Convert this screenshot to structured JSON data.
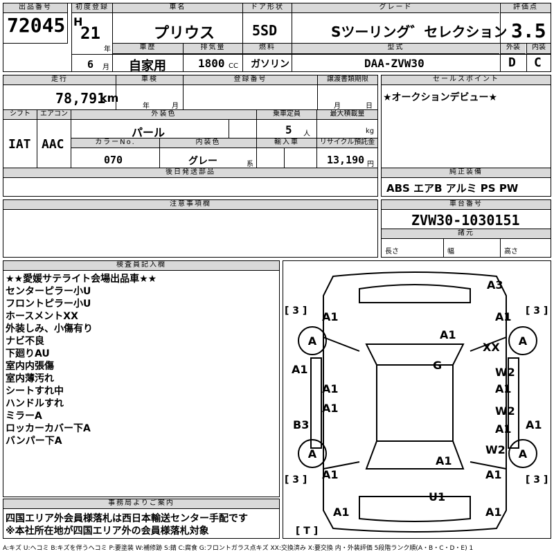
{
  "header": {
    "lot_label": "出品番号",
    "lot": "72045",
    "first_reg_label": "初度登録",
    "era": "H",
    "year": "21",
    "year_unit": "年",
    "month": "6",
    "month_unit": "月",
    "name_label": "車名",
    "name": "プリウス",
    "door_label": "ドア形状",
    "door": "5SD",
    "grade_label": "グレード",
    "grade": "Sツーリング゛セレクション",
    "score_label": "評価点",
    "score": "3.5",
    "history_label": "車歴",
    "history": "自家用",
    "displacement_label": "排気量",
    "displacement": "1800",
    "cc": "CC",
    "fuel_label": "燃料",
    "fuel": "ガソリン",
    "model_label": "型式",
    "model": "DAA-ZVW30",
    "ext_label": "外装",
    "ext": "D",
    "int_label": "内装",
    "int": "C"
  },
  "row2": {
    "mileage_label": "走行",
    "mileage": "78,791",
    "km": "km",
    "inspection_label": "車検",
    "insp_year": "年",
    "insp_month": "月",
    "plate_label": "登録番号",
    "transfer_label": "譲渡書類期限",
    "tr_month": "月",
    "tr_day": "日",
    "sales_label": "セールスポイント",
    "sales": "★オークションデビュー★"
  },
  "row3": {
    "shift_label": "シフト",
    "shift": "IAT",
    "ac_label": "エアコン",
    "ac": "AAC",
    "color_label": "外装色",
    "color": "パール",
    "capacity_label": "乗車定員",
    "capacity": "5",
    "capacity_unit": "人",
    "load_label": "最大積載量",
    "load_unit": "kg",
    "color_no_label": "カラーNo.",
    "color_no": "070",
    "int_color_label": "内装色",
    "int_color": "グレー",
    "int_suffix": "系",
    "import_label": "輸入車",
    "recycle_label": "リサイクル預託金",
    "recycle": "13,190",
    "yen": "円"
  },
  "later_label": "後日発送部品",
  "equipment_label": "純正装備",
  "equipment": "ABS エアB アルミ PS PW",
  "notes_label": "注意事項欄",
  "chassis_label": "車台番号",
  "chassis": "ZVW30-1030151",
  "specs_label": "諸元",
  "len_label": "長さ",
  "wid_label": "幅",
  "hgt_label": "高さ",
  "inspector_label": "検査員記入欄",
  "inspector": [
    "★★愛媛サテライト会場出品車★★",
    "センターピラー小U",
    "フロントピラー小U",
    "ホースメントXX",
    "外装しみ、小傷有り",
    "ナビ不良",
    "下廻りAU",
    "室内内張傷",
    "室内薄汚れ",
    "シートすれ中",
    "ハンドルすれ",
    "ミラーA",
    "ロッカーカバー下A",
    "バンパー下A"
  ],
  "office_label": "事務局よりご案内",
  "office": [
    "四国エリア外会員様落札は西日本輸送センター手配です",
    "※本社所在地が四国エリア外の会員様落札対象"
  ],
  "diagram": {
    "marks": [
      "A3",
      "A1",
      "A1",
      "A1",
      "XX",
      "G",
      "A1",
      "W2",
      "A1",
      "A1",
      "A1",
      "W2",
      "A1",
      "B3",
      "A1",
      "W2",
      "A1",
      "A1",
      "U1",
      "A1",
      "A1",
      "A1"
    ],
    "tires": [
      "A",
      "A",
      "A",
      "A"
    ],
    "tire_counts": [
      "[ 3 ]",
      "[ 3 ]",
      "[ 3 ]",
      "[ 3 ]"
    ],
    "spare": "[ T ]"
  },
  "legend": "A:キズ U:ヘコミ B:キズを伴うヘコミ P:要塗装 W:補修跡 S:錆 C:腐食 G:フロントガラス点キズ XX:交換済み X:要交換 内・外装評価 5段階ランク順(A・B・C・D・E) 1"
}
